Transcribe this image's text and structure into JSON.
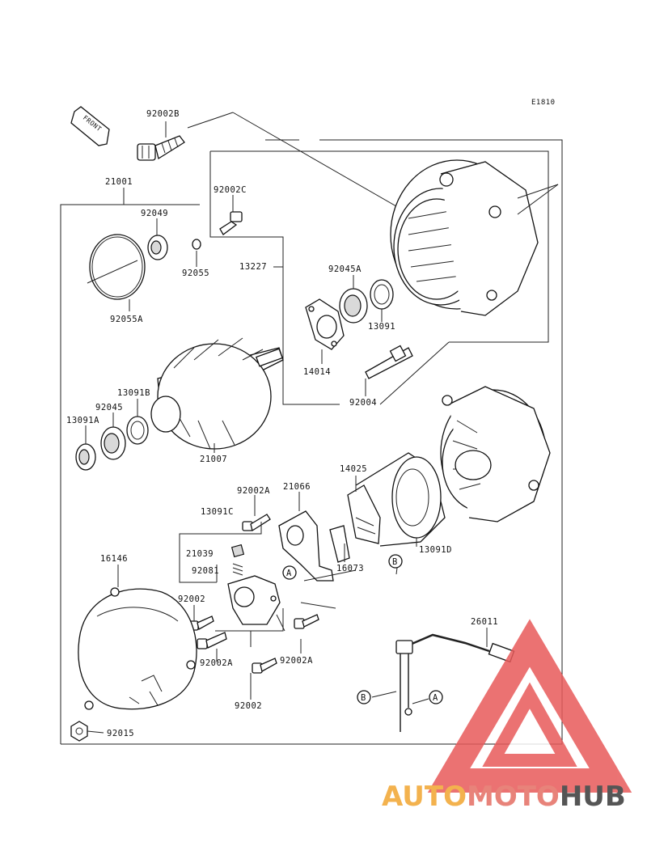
{
  "diagram_code": "E1810",
  "front_arrow_label": "FRONT",
  "callouts": [
    {
      "id": "c-92002b",
      "text": "92002B"
    },
    {
      "id": "c-21001",
      "text": "21001"
    },
    {
      "id": "c-92002c",
      "text": "92002C"
    },
    {
      "id": "c-92049",
      "text": "92049"
    },
    {
      "id": "c-92055",
      "text": "92055"
    },
    {
      "id": "c-92055a",
      "text": "92055A"
    },
    {
      "id": "c-13227",
      "text": "13227"
    },
    {
      "id": "c-92045a",
      "text": "92045A"
    },
    {
      "id": "c-13091",
      "text": "13091"
    },
    {
      "id": "c-14014",
      "text": "14014"
    },
    {
      "id": "c-92004",
      "text": "92004"
    },
    {
      "id": "c-13091b",
      "text": "13091B"
    },
    {
      "id": "c-92045",
      "text": "92045"
    },
    {
      "id": "c-13091a",
      "text": "13091A"
    },
    {
      "id": "c-21007",
      "text": "21007"
    },
    {
      "id": "c-14025",
      "text": "14025"
    },
    {
      "id": "c-21066",
      "text": "21066"
    },
    {
      "id": "c-92002a-1",
      "text": "92002A"
    },
    {
      "id": "c-13091c",
      "text": "13091C"
    },
    {
      "id": "c-21039",
      "text": "21039"
    },
    {
      "id": "c-92081",
      "text": "92081"
    },
    {
      "id": "c-16073",
      "text": "16073"
    },
    {
      "id": "c-13091d",
      "text": "13091D"
    },
    {
      "id": "c-16146",
      "text": "16146"
    },
    {
      "id": "c-92002-1",
      "text": "92002"
    },
    {
      "id": "c-92002a-2",
      "text": "92002A"
    },
    {
      "id": "c-92002a-3",
      "text": "92002A"
    },
    {
      "id": "c-92002-2",
      "text": "92002"
    },
    {
      "id": "c-92015",
      "text": "92015"
    },
    {
      "id": "c-26011",
      "text": "26011"
    }
  ],
  "reference_markers": [
    {
      "id": "ref-a-1",
      "text": "A"
    },
    {
      "id": "ref-b-1",
      "text": "B"
    },
    {
      "id": "ref-b-2",
      "text": "B"
    },
    {
      "id": "ref-a-2",
      "text": "A"
    }
  ],
  "watermark": {
    "part1": "AUTO",
    "part2": "MOTO",
    "part3": "HUB",
    "color1": "#f3b24e",
    "color2": "#e8837a",
    "color3": "#555555",
    "triangle_color": "#e85a5a"
  }
}
